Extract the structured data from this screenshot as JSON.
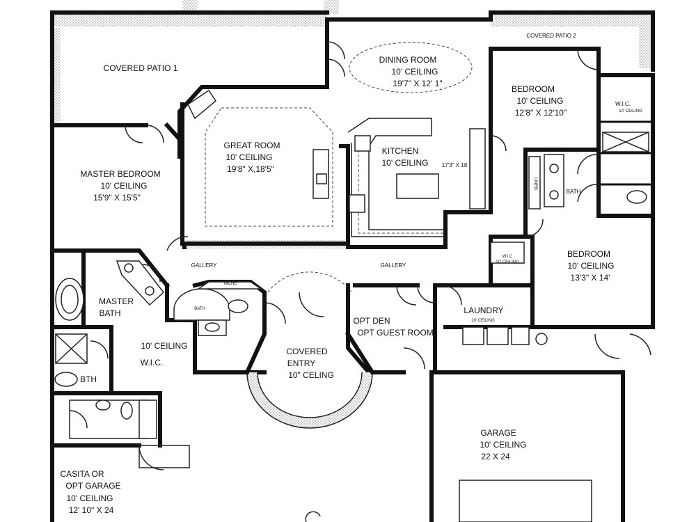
{
  "rooms": {
    "covered_patio_1": {
      "name": "COVERED PATIO 1"
    },
    "dining_room": {
      "name": "DINING ROOM",
      "ceiling": "10' CEILING",
      "size": "19'7\" X 12' 1\""
    },
    "covered_patio_2": {
      "name": "COVERED PATIO 2"
    },
    "bedroom_2": {
      "name": "BEDROOM",
      "ceiling": "10' CEILING",
      "size": "12'8\" X 12'10\""
    },
    "wic_bedroom_2": {
      "name": "W.I.C.",
      "ceiling": "10' CEILING"
    },
    "great_room": {
      "name": "GREAT ROOM",
      "ceiling": "10' CEILING",
      "size": "19'8\" X,18'5\""
    },
    "kitchen": {
      "name": "KITCHEN",
      "ceiling": "10' CEILING",
      "size": "17'3\" X 18"
    },
    "master_bedroom": {
      "name": "MASTER BEDROOM",
      "ceiling": "10' CEILING",
      "size": "15'9\" X 15'5\""
    },
    "hall_bath": {
      "name": "BATH"
    },
    "gallery_left": {
      "name": "GALLERY"
    },
    "gallery_right": {
      "name": "GALLERY"
    },
    "bedroom_3": {
      "name": "BEDROOM",
      "ceiling": "10' CEILING",
      "size": "13'3\" X 14'"
    },
    "wic_bedroom_3": {
      "name": "W.I.C",
      "ceiling": "10' CEILING"
    },
    "master_bath": {
      "name_line1": "MASTER",
      "name_line2": "BATH"
    },
    "niche": {
      "name": "NICHE"
    },
    "powder_bath": {
      "name": "BATH"
    },
    "laundry": {
      "name": "LAUNDRY",
      "ceiling": "10' CEILING"
    },
    "opt_den": {
      "name_line1": "OPT DEN",
      "name_line2": "OPT GUEST ROOM"
    },
    "wic_master": {
      "ceiling": "10' CEILING",
      "name": "W.I.C."
    },
    "covered_entry": {
      "name_line1": "COVERED",
      "name_line2": "ENTRY",
      "ceiling": "10\" CELING"
    },
    "bth": {
      "name": "BTH"
    },
    "garage": {
      "name": "GARAGE",
      "ceiling": "10' CEILING",
      "size": "22 X 24"
    },
    "casita": {
      "name_line1": "CASITA OR",
      "name_line2": "OPT GARAGE",
      "ceiling": "10' CEILING",
      "size": "12' 10\" X 24"
    }
  },
  "fixtures": {
    "linen_label": "LINEN"
  }
}
